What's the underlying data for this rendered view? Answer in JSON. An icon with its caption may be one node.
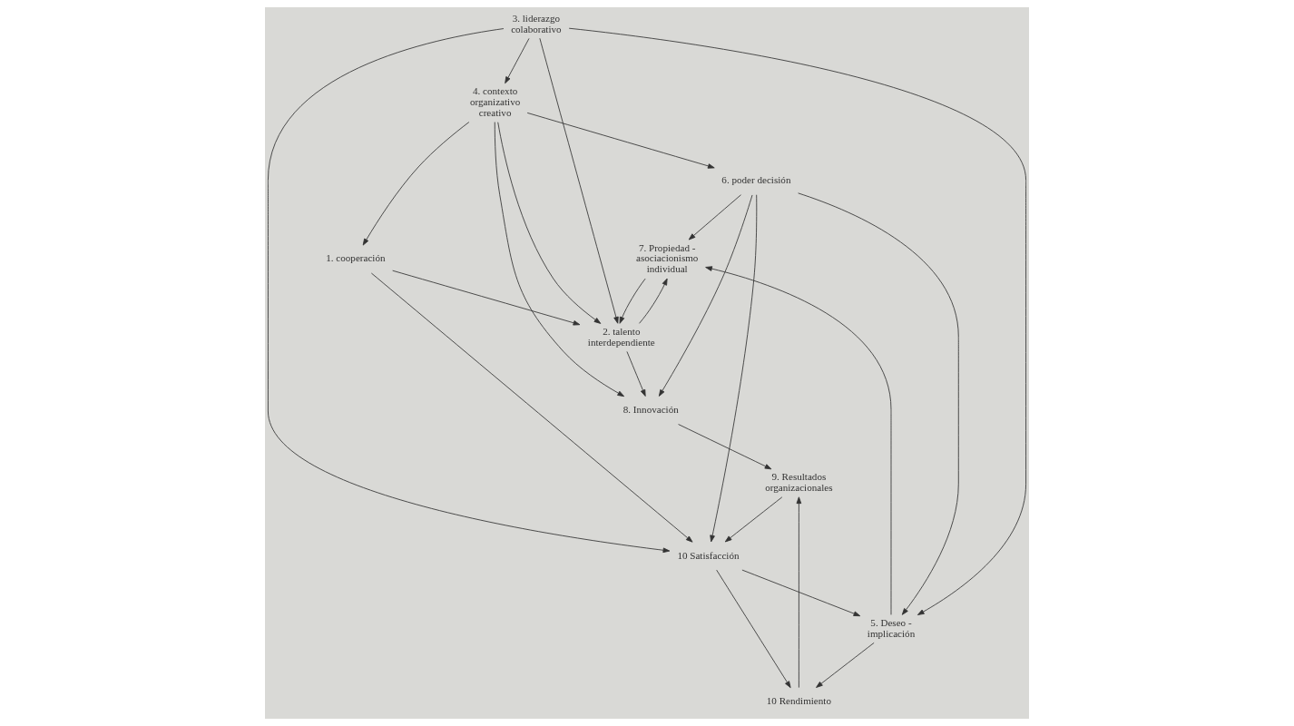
{
  "diagram": {
    "nodes": [
      {
        "text": [
          "7. Propiedad - asociacionismo individual"
        ]
      },
      {
        "text": [
          "2. talento interdependiente"
        ]
      },
      {
        "text": [
          "4. contexto organizativo creativo"
        ]
      },
      {
        "text": [
          "1. cooperación"
        ]
      },
      {
        "text": [
          "5. Deseo - implicación"
        ]
      },
      {
        "text": [
          "3. liderazgo colaborativo"
        ]
      },
      {
        "text": [
          "8. Innovación"
        ]
      },
      {
        "text": [
          "10 Satisfacción"
        ]
      },
      {
        "text": [
          "6. poder decisión"
        ]
      },
      {
        "text": [
          "9. Resultados organizacionales"
        ]
      },
      {
        "text": [
          "10 Rendimiento"
        ]
      }
    ],
    "edges": [
      {
        "from": 4,
        "to": 0,
        "arrow": "to"
      },
      {
        "from": 0,
        "to": 1,
        "arrow": "to"
      },
      {
        "from": 1,
        "to": 0,
        "arrow": "to"
      },
      {
        "from": 2,
        "to": 1,
        "arrow": "to"
      },
      {
        "from": 3,
        "to": 1,
        "arrow": "to"
      },
      {
        "from": 2,
        "to": 3,
        "arrow": "to"
      },
      {
        "from": 1,
        "to": 6,
        "arrow": "to"
      },
      {
        "from": 5,
        "to": 1,
        "arrow": "to"
      },
      {
        "from": 5,
        "to": 4,
        "arrow": "to"
      },
      {
        "from": 5,
        "to": 2,
        "arrow": "to"
      },
      {
        "from": 5,
        "to": 7,
        "arrow": "to"
      },
      {
        "from": 3,
        "to": 7,
        "arrow": "to"
      },
      {
        "from": 2,
        "to": 8,
        "arrow": "to"
      },
      {
        "from": 2,
        "to": 6,
        "arrow": "to"
      },
      {
        "from": 8,
        "to": 0,
        "arrow": "to"
      },
      {
        "from": 8,
        "to": 6,
        "arrow": "to"
      },
      {
        "from": 8,
        "to": 7,
        "arrow": "to"
      },
      {
        "from": 8,
        "to": 4,
        "arrow": "to"
      },
      {
        "from": 6,
        "to": 9,
        "arrow": "to"
      },
      {
        "from": 9,
        "to": 7,
        "arrow": "to"
      },
      {
        "from": 7,
        "to": 10,
        "arrow": "to"
      },
      {
        "from": 7,
        "to": 4,
        "arrow": "to"
      },
      {
        "from": 4,
        "to": 10,
        "arrow": "to"
      },
      {
        "from": 10,
        "to": 9,
        "arrow": "to"
      }
    ]
  }
}
